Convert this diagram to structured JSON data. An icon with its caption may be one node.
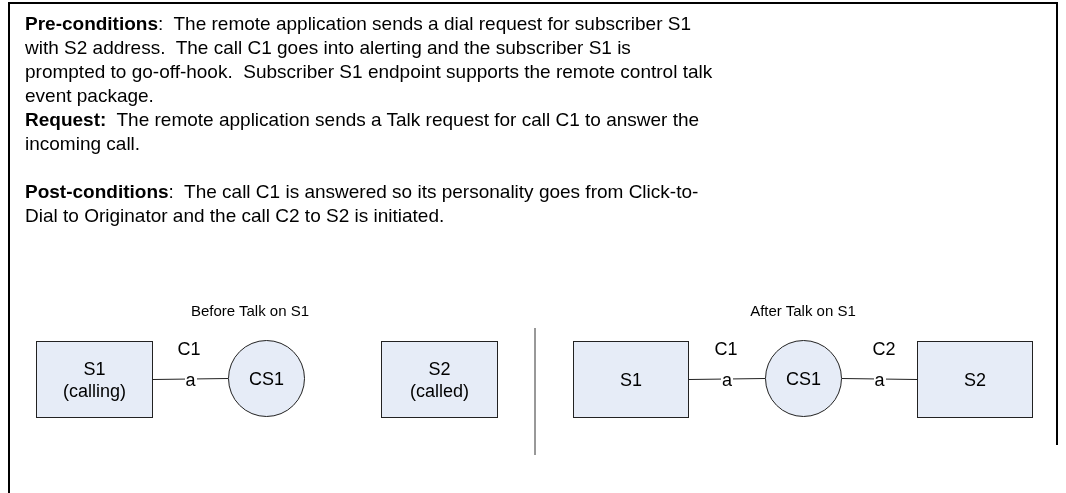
{
  "diagram": {
    "nodes": [
      {
        "text": [
          "S1 (calling)"
        ]
      },
      {
        "text": [
          "CS1"
        ]
      },
      {
        "text": [
          "S2 (called)"
        ]
      },
      {
        "text": [
          "S1"
        ]
      },
      {
        "text": [
          "CS1"
        ]
      },
      {
        "text": [
          "S2"
        ]
      }
    ],
    "edges": [
      {
        "from": 0,
        "to": 1,
        "arrow": "none",
        "label": "a"
      },
      {
        "from": 3,
        "to": 4,
        "arrow": "none",
        "label": "a"
      },
      {
        "from": 4,
        "to": 5,
        "arrow": "none",
        "label": "a"
      }
    ],
    "labels": [
      "**Pre-conditions**:  The remote application sends a dial request for subscriber S1 with S2 address.  The call C1 goes into alerting and the subscriber S1 is prompted to go-off-hook.  Subscriber S1 endpoint supports the remote control talk event package.",
      "**Request:**  The remote application sends a Talk request for call C1 to answer the incoming call.",
      "**Post-conditions**:  The call C1 is answered so its personality goes from Click-to-Dial to Originator and the call C2 to S2 is initiated.",
      "Before Talk on S1",
      "After Talk on S1",
      "C1",
      "C1",
      "C2"
    ]
  }
}
